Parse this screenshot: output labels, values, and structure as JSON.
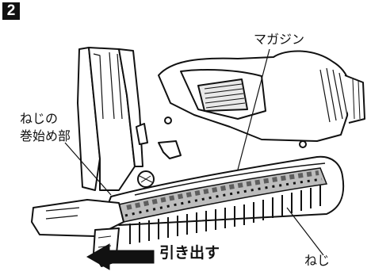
{
  "step": {
    "number": "2"
  },
  "labels": {
    "magazine": "マガジン",
    "screw_start_line1": "ねじの",
    "screw_start_line2": "巻始め部",
    "pull_out": "引き出す",
    "screw": "ねじ"
  },
  "colors": {
    "ink": "#111111",
    "screw_band": "#bdbdbd",
    "arrow": "#111111"
  },
  "icons": [
    "pull-direction-arrow-icon"
  ]
}
